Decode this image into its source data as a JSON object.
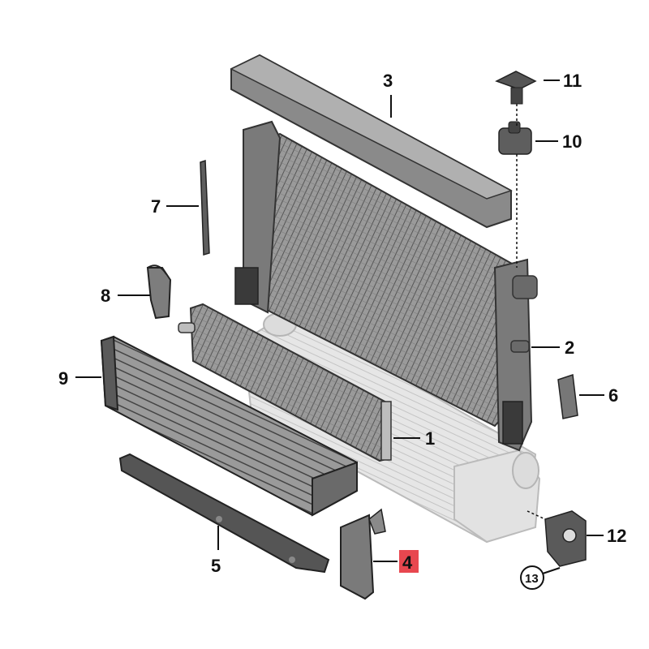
{
  "diagram": {
    "callouts": {
      "c1": "1",
      "c2": "2",
      "c3": "3",
      "c4": "4",
      "c5": "5",
      "c6": "6",
      "c7": "7",
      "c8": "8",
      "c9": "9",
      "c10": "10",
      "c11": "11",
      "c12": "12",
      "c13": "13"
    },
    "highlight_color": "#e8474f",
    "part_color_dark": "#6e6e6e",
    "part_color_light": "#d8d8d8"
  }
}
